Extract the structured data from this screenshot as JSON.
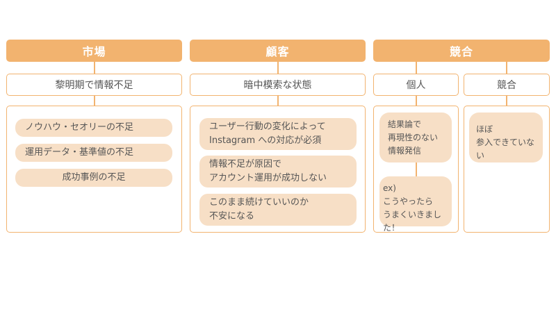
{
  "columns": {
    "market": {
      "header": "市場",
      "label": "黎明期で情報不足",
      "items": [
        "ノウハウ・セオリーの不足",
        "運用データ・基準値の不足",
        "成功事例の不足"
      ]
    },
    "customer": {
      "header": "顧客",
      "label": "暗中模索な状態",
      "items": [
        "ユーザー行動の変化によって\nInstagram への対応が必須",
        "情報不足が原因で\nアカウント運用が成功しない",
        "このまま続けていいのか\n不安になる"
      ]
    },
    "competition": {
      "header": "競合",
      "individual": {
        "label": "個人",
        "bubble1": "結果論で\n再現性のない\n情報発信",
        "bubble2": "ex)\nこうやったら\nうまくいきました！"
      },
      "competitor": {
        "label": "競合",
        "bubble": "ほぼ\n参入できていない"
      }
    }
  },
  "colors": {
    "accent": "#f2b36f",
    "pill": "#f7dfc6",
    "text": "#555555"
  }
}
